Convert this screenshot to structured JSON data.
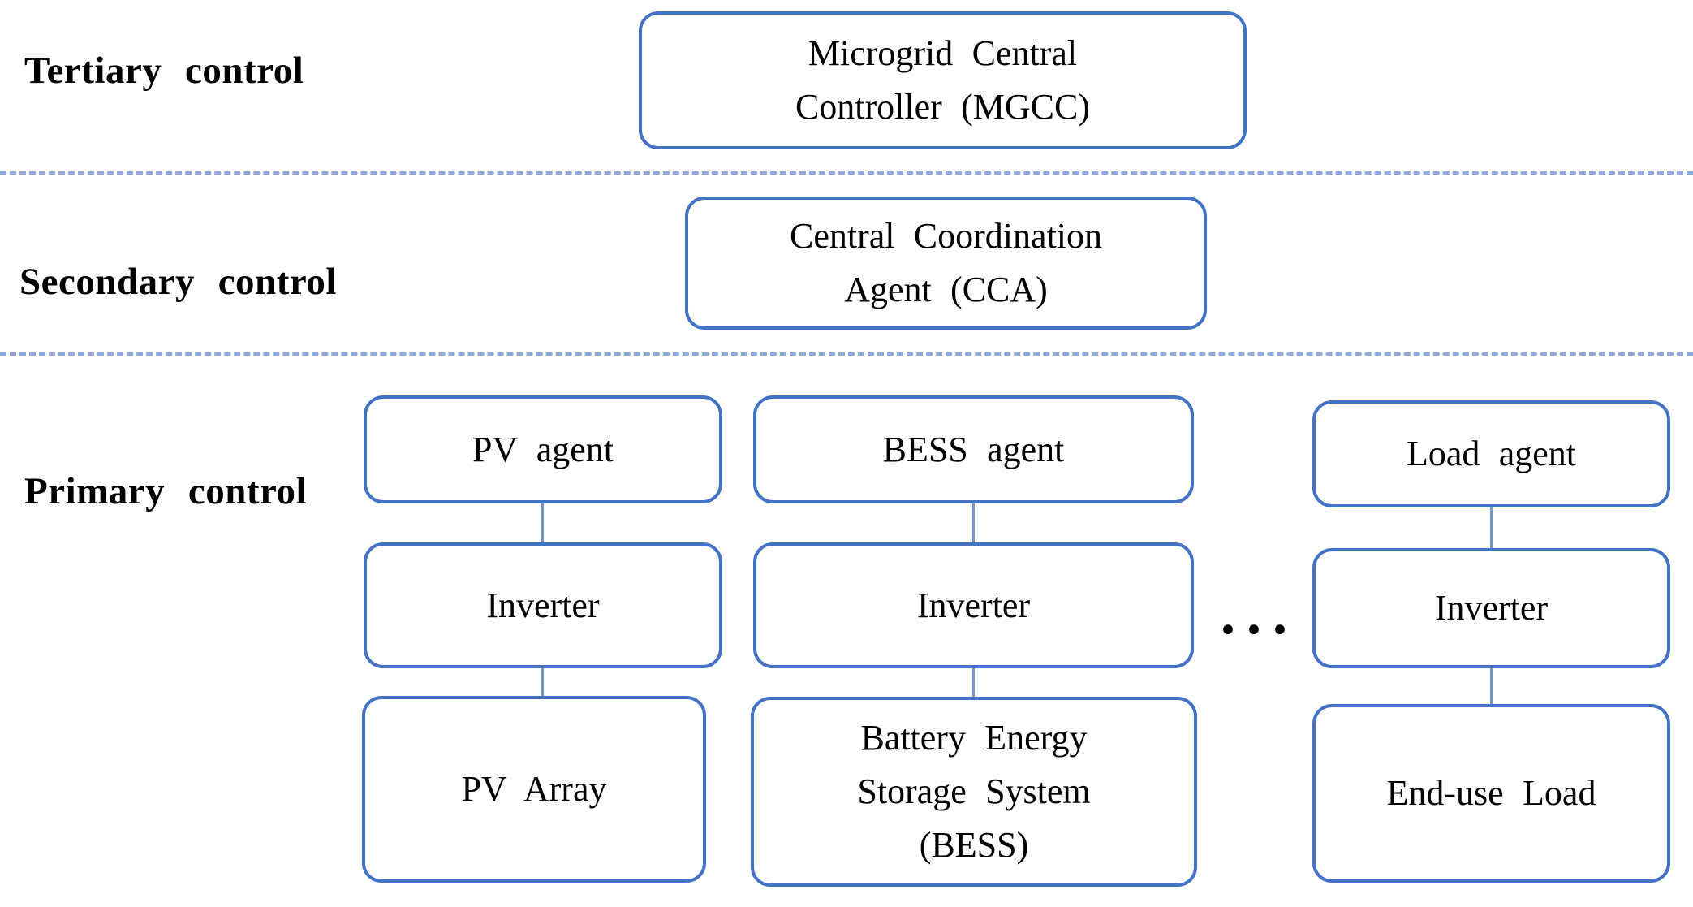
{
  "tiers": [
    {
      "label": "Tertiary control"
    },
    {
      "label": "Secondary control"
    },
    {
      "label": "Primary control"
    }
  ],
  "nodes": {
    "mgcc": [
      "Microgrid Central",
      "Controller (MGCC)"
    ],
    "cca": [
      "Central Coordination",
      "Agent (CCA)"
    ],
    "pv_agent": "PV agent",
    "bess_agent": "BESS agent",
    "load_agent": "Load agent",
    "pv_inverter": "Inverter",
    "bess_inverter": "Inverter",
    "load_inverter": "Inverter",
    "pv_array": "PV Array",
    "bess": [
      "Battery Energy",
      "Storage System",
      "(BESS)"
    ],
    "end_use_load": "End-use Load",
    "ellipsis": "..."
  },
  "colors": {
    "box_border": "#4472C4",
    "divider": "#8EA9DB",
    "connector": "#7396D5",
    "text": "#000000",
    "background": "#FFFFFF"
  }
}
